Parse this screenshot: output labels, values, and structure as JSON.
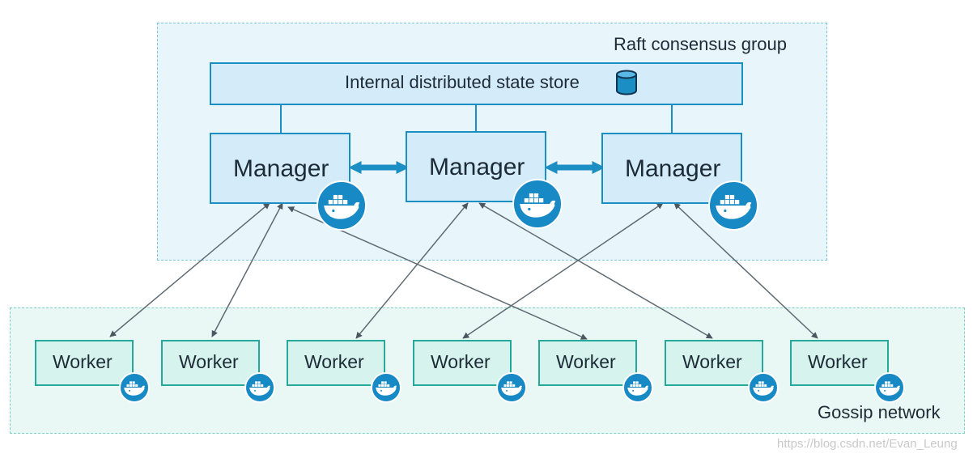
{
  "raft_group": {
    "label": "Raft consensus group"
  },
  "state_store": {
    "label": "Internal distributed state store",
    "icon": "database-icon"
  },
  "managers": [
    {
      "label": "Manager"
    },
    {
      "label": "Manager"
    },
    {
      "label": "Manager"
    }
  ],
  "workers": [
    {
      "label": "Worker"
    },
    {
      "label": "Worker"
    },
    {
      "label": "Worker"
    },
    {
      "label": "Worker"
    },
    {
      "label": "Worker"
    },
    {
      "label": "Worker"
    },
    {
      "label": "Worker"
    }
  ],
  "gossip_network": {
    "label": "Gossip network"
  },
  "node_icon": "docker-whale-icon",
  "watermark": "https://blog.csdn.net/Evan_Leung",
  "colors": {
    "raft_fill": "#e8f5fb",
    "raft_border": "#7fc6df",
    "gossip_fill": "#e9f7f5",
    "gossip_border": "#7fd0c8",
    "manager_fill": "#d4ecf9",
    "manager_border": "#1b8ec4",
    "worker_fill": "#d6f3ee",
    "worker_border": "#25a99b",
    "docker_blue": "#1789c5",
    "link_gray": "#5f6a72"
  }
}
